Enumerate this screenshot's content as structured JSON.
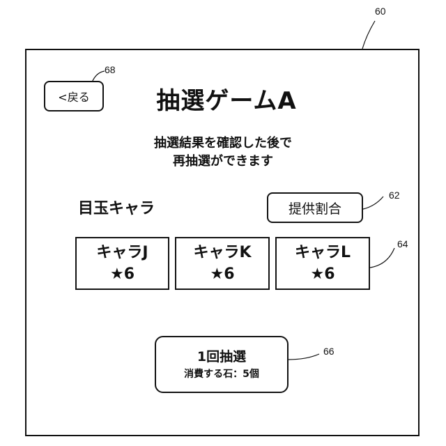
{
  "header": {
    "back_label": "<戻る",
    "title": "抽選ゲームA"
  },
  "notice": {
    "line1": "抽選結果を確認した後で",
    "line2": "再抽選ができます"
  },
  "featured": {
    "label": "目玉キャラ",
    "rates_label": "提供割合",
    "characters": [
      {
        "name": "キャラJ",
        "star": "★",
        "rarity": "6"
      },
      {
        "name": "キャラK",
        "star": "★",
        "rarity": "6"
      },
      {
        "name": "キャラL",
        "star": "★",
        "rarity": "6"
      }
    ]
  },
  "draw": {
    "title": "1回抽選",
    "cost": "消費する石：5個"
  },
  "reference_numerals": {
    "screen": "60",
    "rates_button": "62",
    "character_cards": "64",
    "draw_button": "66",
    "back_button": "68"
  }
}
